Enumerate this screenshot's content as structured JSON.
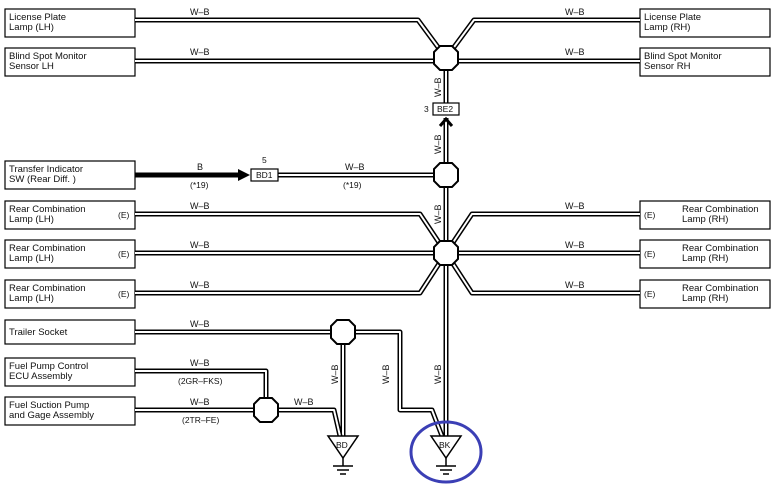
{
  "components_left": [
    {
      "id": "lp-lh",
      "lines": [
        "License Plate",
        "Lamp (LH)"
      ],
      "suffix": ""
    },
    {
      "id": "bsm-lh",
      "lines": [
        "Blind Spot Monitor",
        "Sensor LH"
      ],
      "suffix": ""
    },
    {
      "id": "transfer",
      "lines": [
        "Transfer Indicator",
        "SW (Rear Diff. )"
      ],
      "suffix": ""
    },
    {
      "id": "rcl-lh-1",
      "lines": [
        "Rear Combination",
        "Lamp (LH)"
      ],
      "suffix": "(E)"
    },
    {
      "id": "rcl-lh-2",
      "lines": [
        "Rear Combination",
        "Lamp (LH)"
      ],
      "suffix": "(E)"
    },
    {
      "id": "rcl-lh-3",
      "lines": [
        "Rear Combination",
        "Lamp (LH)"
      ],
      "suffix": "(E)"
    },
    {
      "id": "trailer",
      "lines": [
        "Trailer Socket"
      ],
      "suffix": ""
    },
    {
      "id": "fuel-ecu",
      "lines": [
        "Fuel Pump Control",
        "ECU Assembly"
      ],
      "suffix": ""
    },
    {
      "id": "fuel-pump",
      "lines": [
        "Fuel Suction Pump",
        "and Gage Assembly"
      ],
      "suffix": ""
    }
  ],
  "components_right": [
    {
      "id": "lp-rh",
      "lines": [
        "License Plate",
        "Lamp (RH)"
      ],
      "prefix": ""
    },
    {
      "id": "bsm-rh",
      "lines": [
        "Blind Spot Monitor",
        "Sensor RH"
      ],
      "prefix": ""
    },
    {
      "id": "rcl-rh-1",
      "lines": [
        "Rear Combination",
        "Lamp (RH)"
      ],
      "prefix": "(E)"
    },
    {
      "id": "rcl-rh-2",
      "lines": [
        "Rear Combination",
        "Lamp (RH)"
      ],
      "prefix": "(E)"
    },
    {
      "id": "rcl-rh-3",
      "lines": [
        "Rear Combination",
        "Lamp (RH)"
      ],
      "prefix": "(E)"
    }
  ],
  "wire_color": "W–B",
  "black_wire": "B",
  "note_19": "(*19)",
  "note_2gr": "(2GR–FKS)",
  "note_2tr": "(2TR–FE)",
  "connector_bd1": {
    "label": "BD1",
    "pin": "5"
  },
  "connector_be2": {
    "label": "BE2",
    "pin": "3"
  },
  "ground_bd": "BD",
  "ground_bk": "BK",
  "highlight_color": "#3b3fb5"
}
